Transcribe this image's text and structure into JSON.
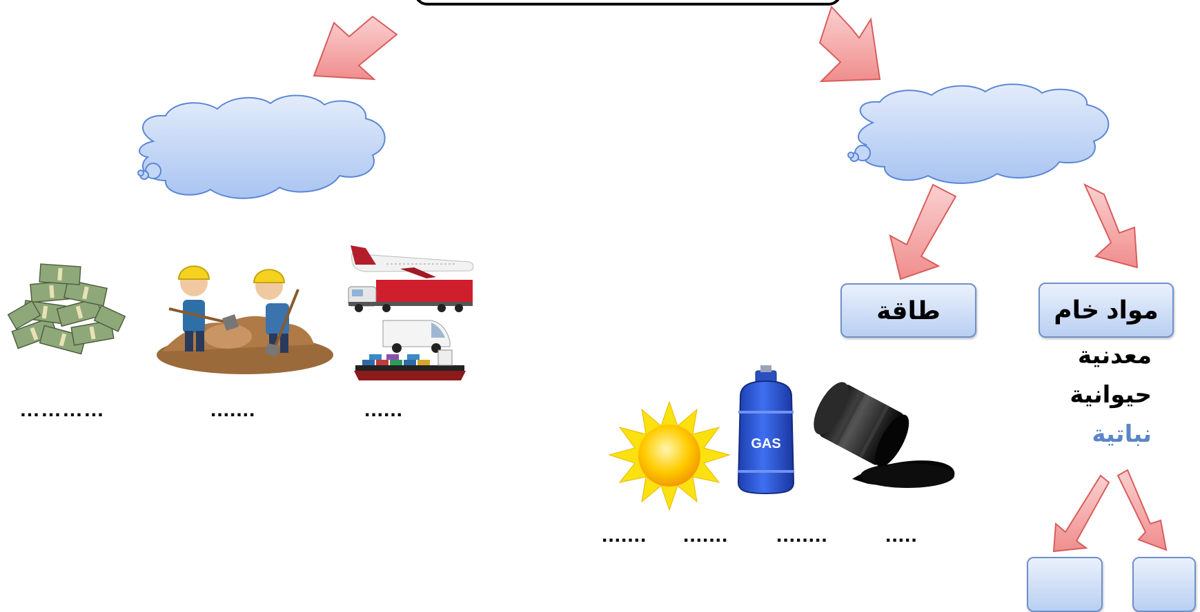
{
  "boxes": {
    "raw_materials": "مواد خام",
    "energy": "طاقة"
  },
  "raw_types": {
    "mineral": "معدنية",
    "animal": "حيوانية",
    "plant": "نباتية"
  },
  "placeholders_left": {
    "money": "…………",
    "labor": ".......",
    "transport": "......"
  },
  "placeholders_energy": {
    "sun": ".......",
    "gas": ".......",
    "oil_barrel": "........",
    "oil_spill": "....."
  },
  "images": {
    "gas_label": "GAS"
  },
  "colors": {
    "arrow_fill": "#f5a6a6",
    "arrow_stroke": "#d85c5c",
    "cloud_fill": "#c4d7f7",
    "cloud_stroke": "#5b86d6",
    "plant_text": "#5a86c7"
  }
}
